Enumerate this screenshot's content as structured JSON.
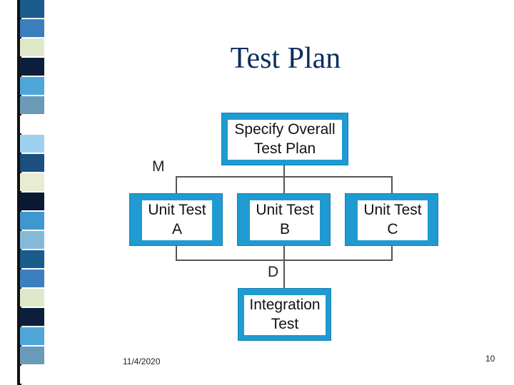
{
  "slide": {
    "title": "Test Plan",
    "date": "11/4/2020",
    "page_number": "10"
  },
  "diagram": {
    "top": {
      "line1": "Specify Overall",
      "line2": "Test Plan"
    },
    "units": [
      {
        "line1": "Unit Test",
        "line2": "A"
      },
      {
        "line1": "Unit Test",
        "line2": "B"
      },
      {
        "line1": "Unit Test",
        "line2": "C"
      }
    ],
    "bottom": {
      "line1": "Integration",
      "line2": "Test"
    },
    "labels": {
      "m": "M",
      "d": "D"
    }
  },
  "decor": {
    "strip_colors": [
      "#1a5c8c",
      "#3b7fbf",
      "#dfe8c8",
      "#0b1e3b",
      "#4fa7d9",
      "#6a9ab8",
      "#ffffff",
      "#9fd0f0",
      "#1b4f80",
      "#e8ecd0",
      "#0a1a33",
      "#3f97cf",
      "#86b9d8"
    ]
  }
}
